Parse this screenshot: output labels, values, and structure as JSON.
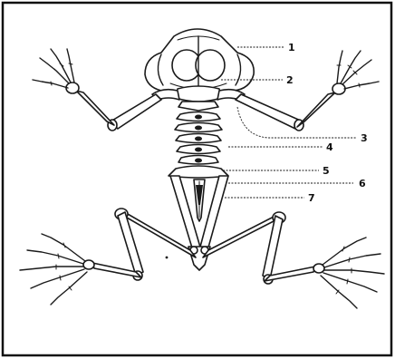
{
  "labels": [
    {
      "id": "skull",
      "text": "1"
    },
    {
      "id": "vertebra",
      "text": "2"
    },
    {
      "id": "humerus",
      "text": "3"
    },
    {
      "id": "vertebral-column",
      "text": "4"
    },
    {
      "id": "sacral-vertebra",
      "text": "5"
    },
    {
      "id": "urostyle",
      "text": "6"
    },
    {
      "id": "ilium",
      "text": "7"
    }
  ],
  "colors": {
    "line": "#1a1a1a",
    "background": "#ffffff"
  }
}
